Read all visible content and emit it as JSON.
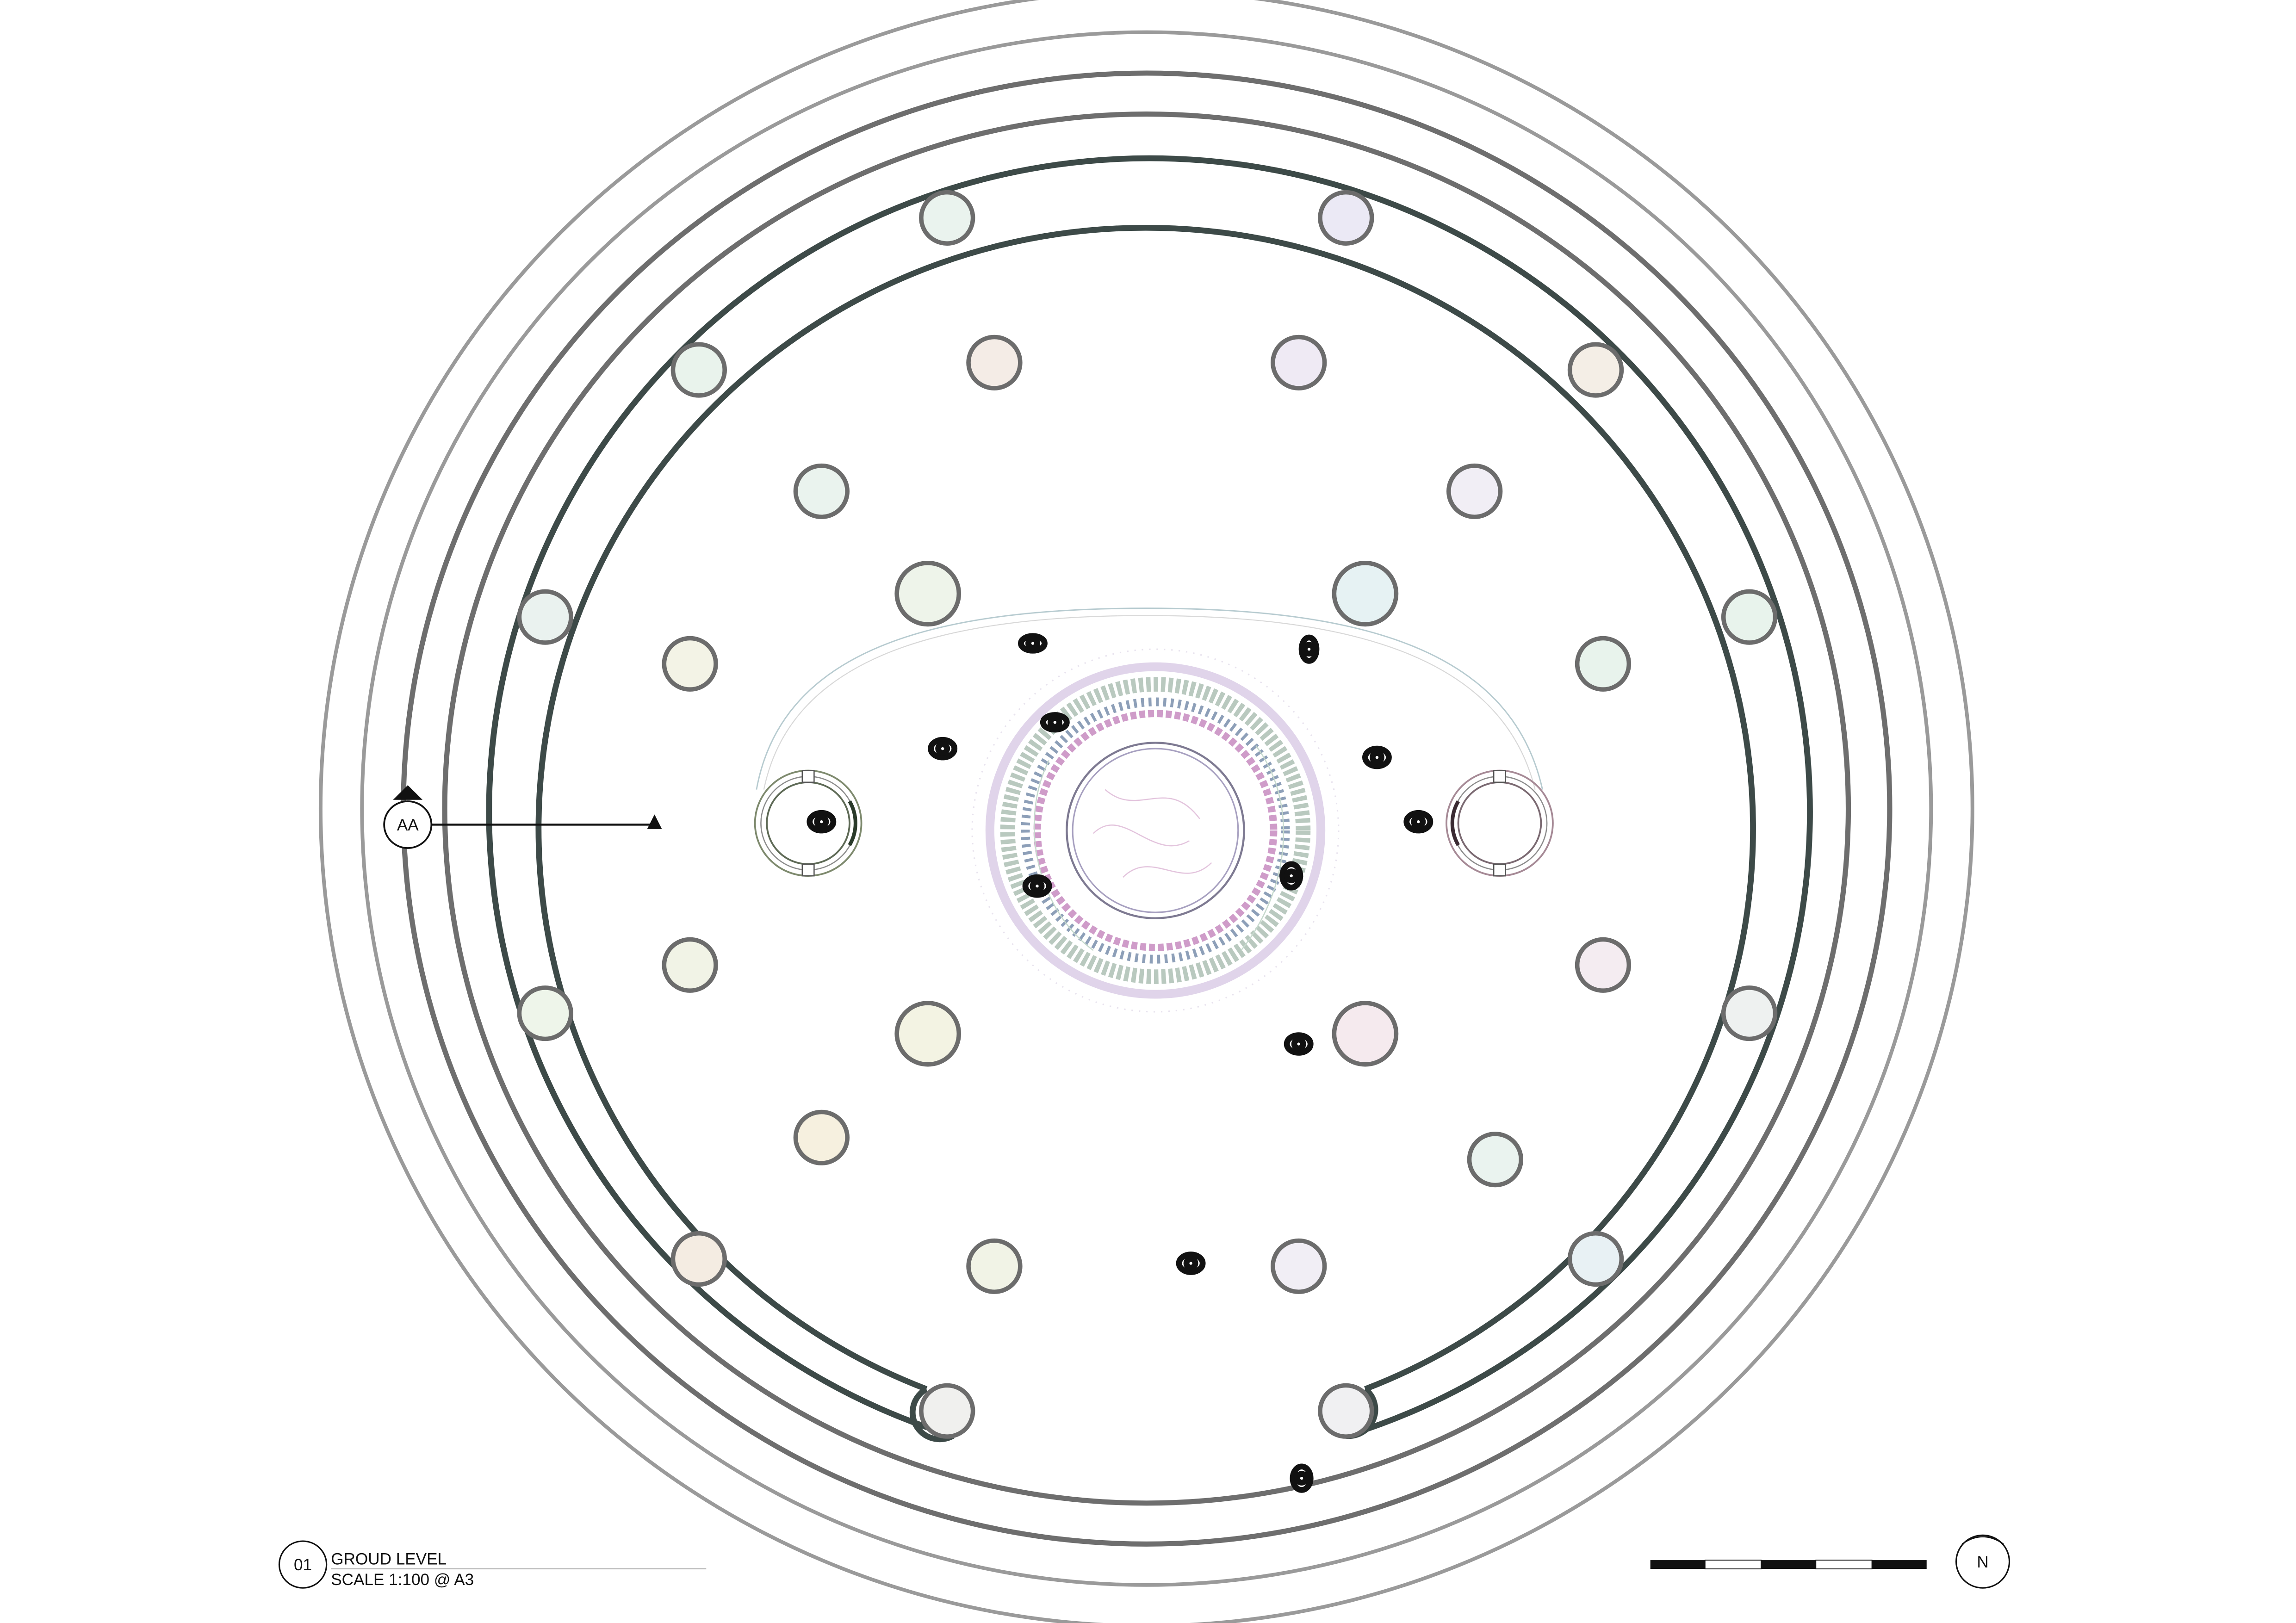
{
  "section_marker": {
    "label": "AA"
  },
  "title_block": {
    "drawing_number": "01",
    "title": "GROUD LEVEL",
    "scale": "SCALE 1:100 @ A3"
  },
  "north_arrow": {
    "label": "N",
    "icon": "north-arrow-icon"
  },
  "scale_bar": {
    "segments": 5,
    "pattern": "alternating black/white"
  },
  "colors": {
    "line": "#6e6e6e",
    "band": "#3d4a48",
    "column_tints": [
      "#eaf3ee",
      "#f3f1e6",
      "#efeaf4",
      "#f4ece6",
      "#e8f1f4"
    ]
  }
}
